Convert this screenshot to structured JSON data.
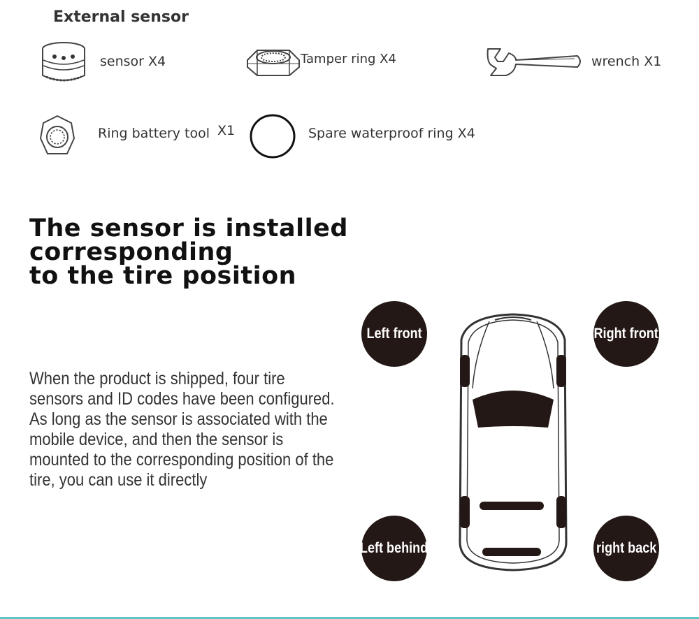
{
  "section_title": "External sensor",
  "items": [
    {
      "icon": "tire-sensor-icon",
      "label": "sensor  X4"
    },
    {
      "icon": "hex-nut-icon",
      "label": "Tamper ring X4"
    },
    {
      "icon": "wrench-icon",
      "label": "wrench  X1"
    },
    {
      "icon": "battery-ring-tool-icon",
      "label": "Ring battery tool",
      "count": "X1"
    },
    {
      "icon": "o-ring-icon",
      "label": "Spare waterproof ring  X4"
    }
  ],
  "headline_line1": "The sensor is installed corresponding",
  "headline_line2": "to the tire position",
  "description": "When the product is shipped, four tire sensors and ID codes have been configured. As long as the sensor is associated with the mobile device, and then the sensor is mounted to the corresponding position of the tire, you can use it directly",
  "tire_positions": {
    "left_front": "Left front",
    "right_front": "Right front",
    "left_behind": "Left behind",
    "right_back": "right back"
  },
  "colors": {
    "badge": "#231815",
    "accent_line": "#5fc4c7"
  }
}
